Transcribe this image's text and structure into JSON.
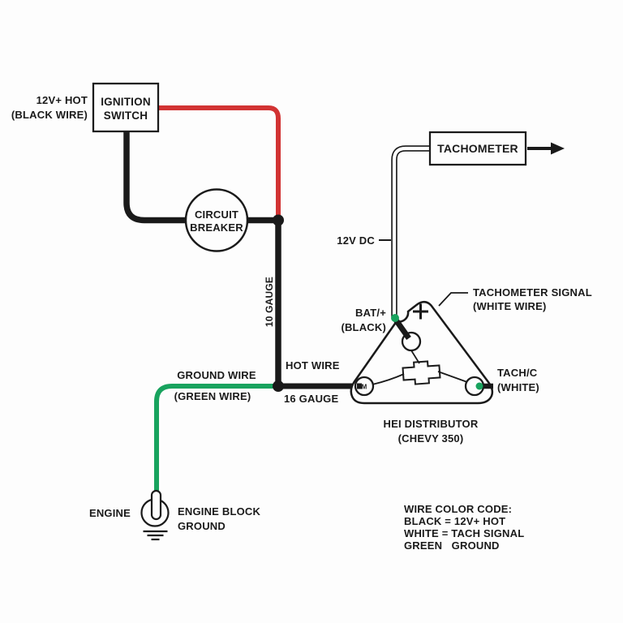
{
  "labels": {
    "hot12v_1": "12V+ HOT",
    "hot12v_2": "(BLACK WIRE)",
    "ignition_1": "IGNITION",
    "ignition_2": "SWITCH",
    "breaker_1": "CIRCUIT",
    "breaker_2": "BREAKER",
    "gauge10": "10 GAUGE",
    "tachometer": "TACHOMETER",
    "dc12v": "12V DC",
    "bat_1": "BAT/+",
    "bat_2": "(BLACK)",
    "tachsignal_1": "TACHOMETER SIGNAL",
    "tachsignal_2": "(WHITE WIRE)",
    "tachc_1": "TACH/C",
    "tachc_2": "(WHITE)",
    "hotwire": "HOT WIRE",
    "gauge16": "16 GAUGE",
    "groundwire_1": "GROUND WIRE",
    "groundwire_2": "(GREEN WIRE)",
    "engine": "ENGINE",
    "engineblock_1": "ENGINE BLOCK",
    "engineblock_2": "GROUND",
    "distributor_1": "HEI DISTRIBUTOR",
    "distributor_2": "(CHEVY 350)",
    "plus": "+",
    "terminal_m": "M"
  },
  "color_code": {
    "title": "WIRE COLOR CODE:",
    "line_black": "BLACK = 12V+ HOT",
    "line_white": "WHITE = TACH SIGNAL",
    "line_green": "GREEN   GROUND"
  },
  "colors": {
    "hot_red": "#d23333",
    "ground_green": "#18a35e",
    "wire_black": "#1a1a1a",
    "background": "#fdfdfd"
  }
}
